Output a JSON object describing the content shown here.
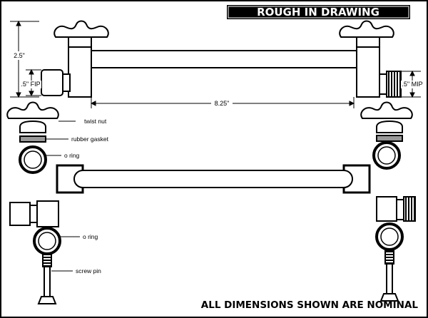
{
  "title": "ROUGH IN DRAWING",
  "footer": "ALL DIMENSIONS SHOWN ARE NOMINAL",
  "dimensions": {
    "height": "2.5\"",
    "fip": ".5\" FIP",
    "mip": ".5\" MIP",
    "width": "8.25\""
  },
  "parts": {
    "twist_nut": "twist nut",
    "rubber_gasket": "rubber gasket",
    "o_ring_top": "o ring",
    "o_ring_bottom": "o ring",
    "screw_pin": "screw pin"
  }
}
